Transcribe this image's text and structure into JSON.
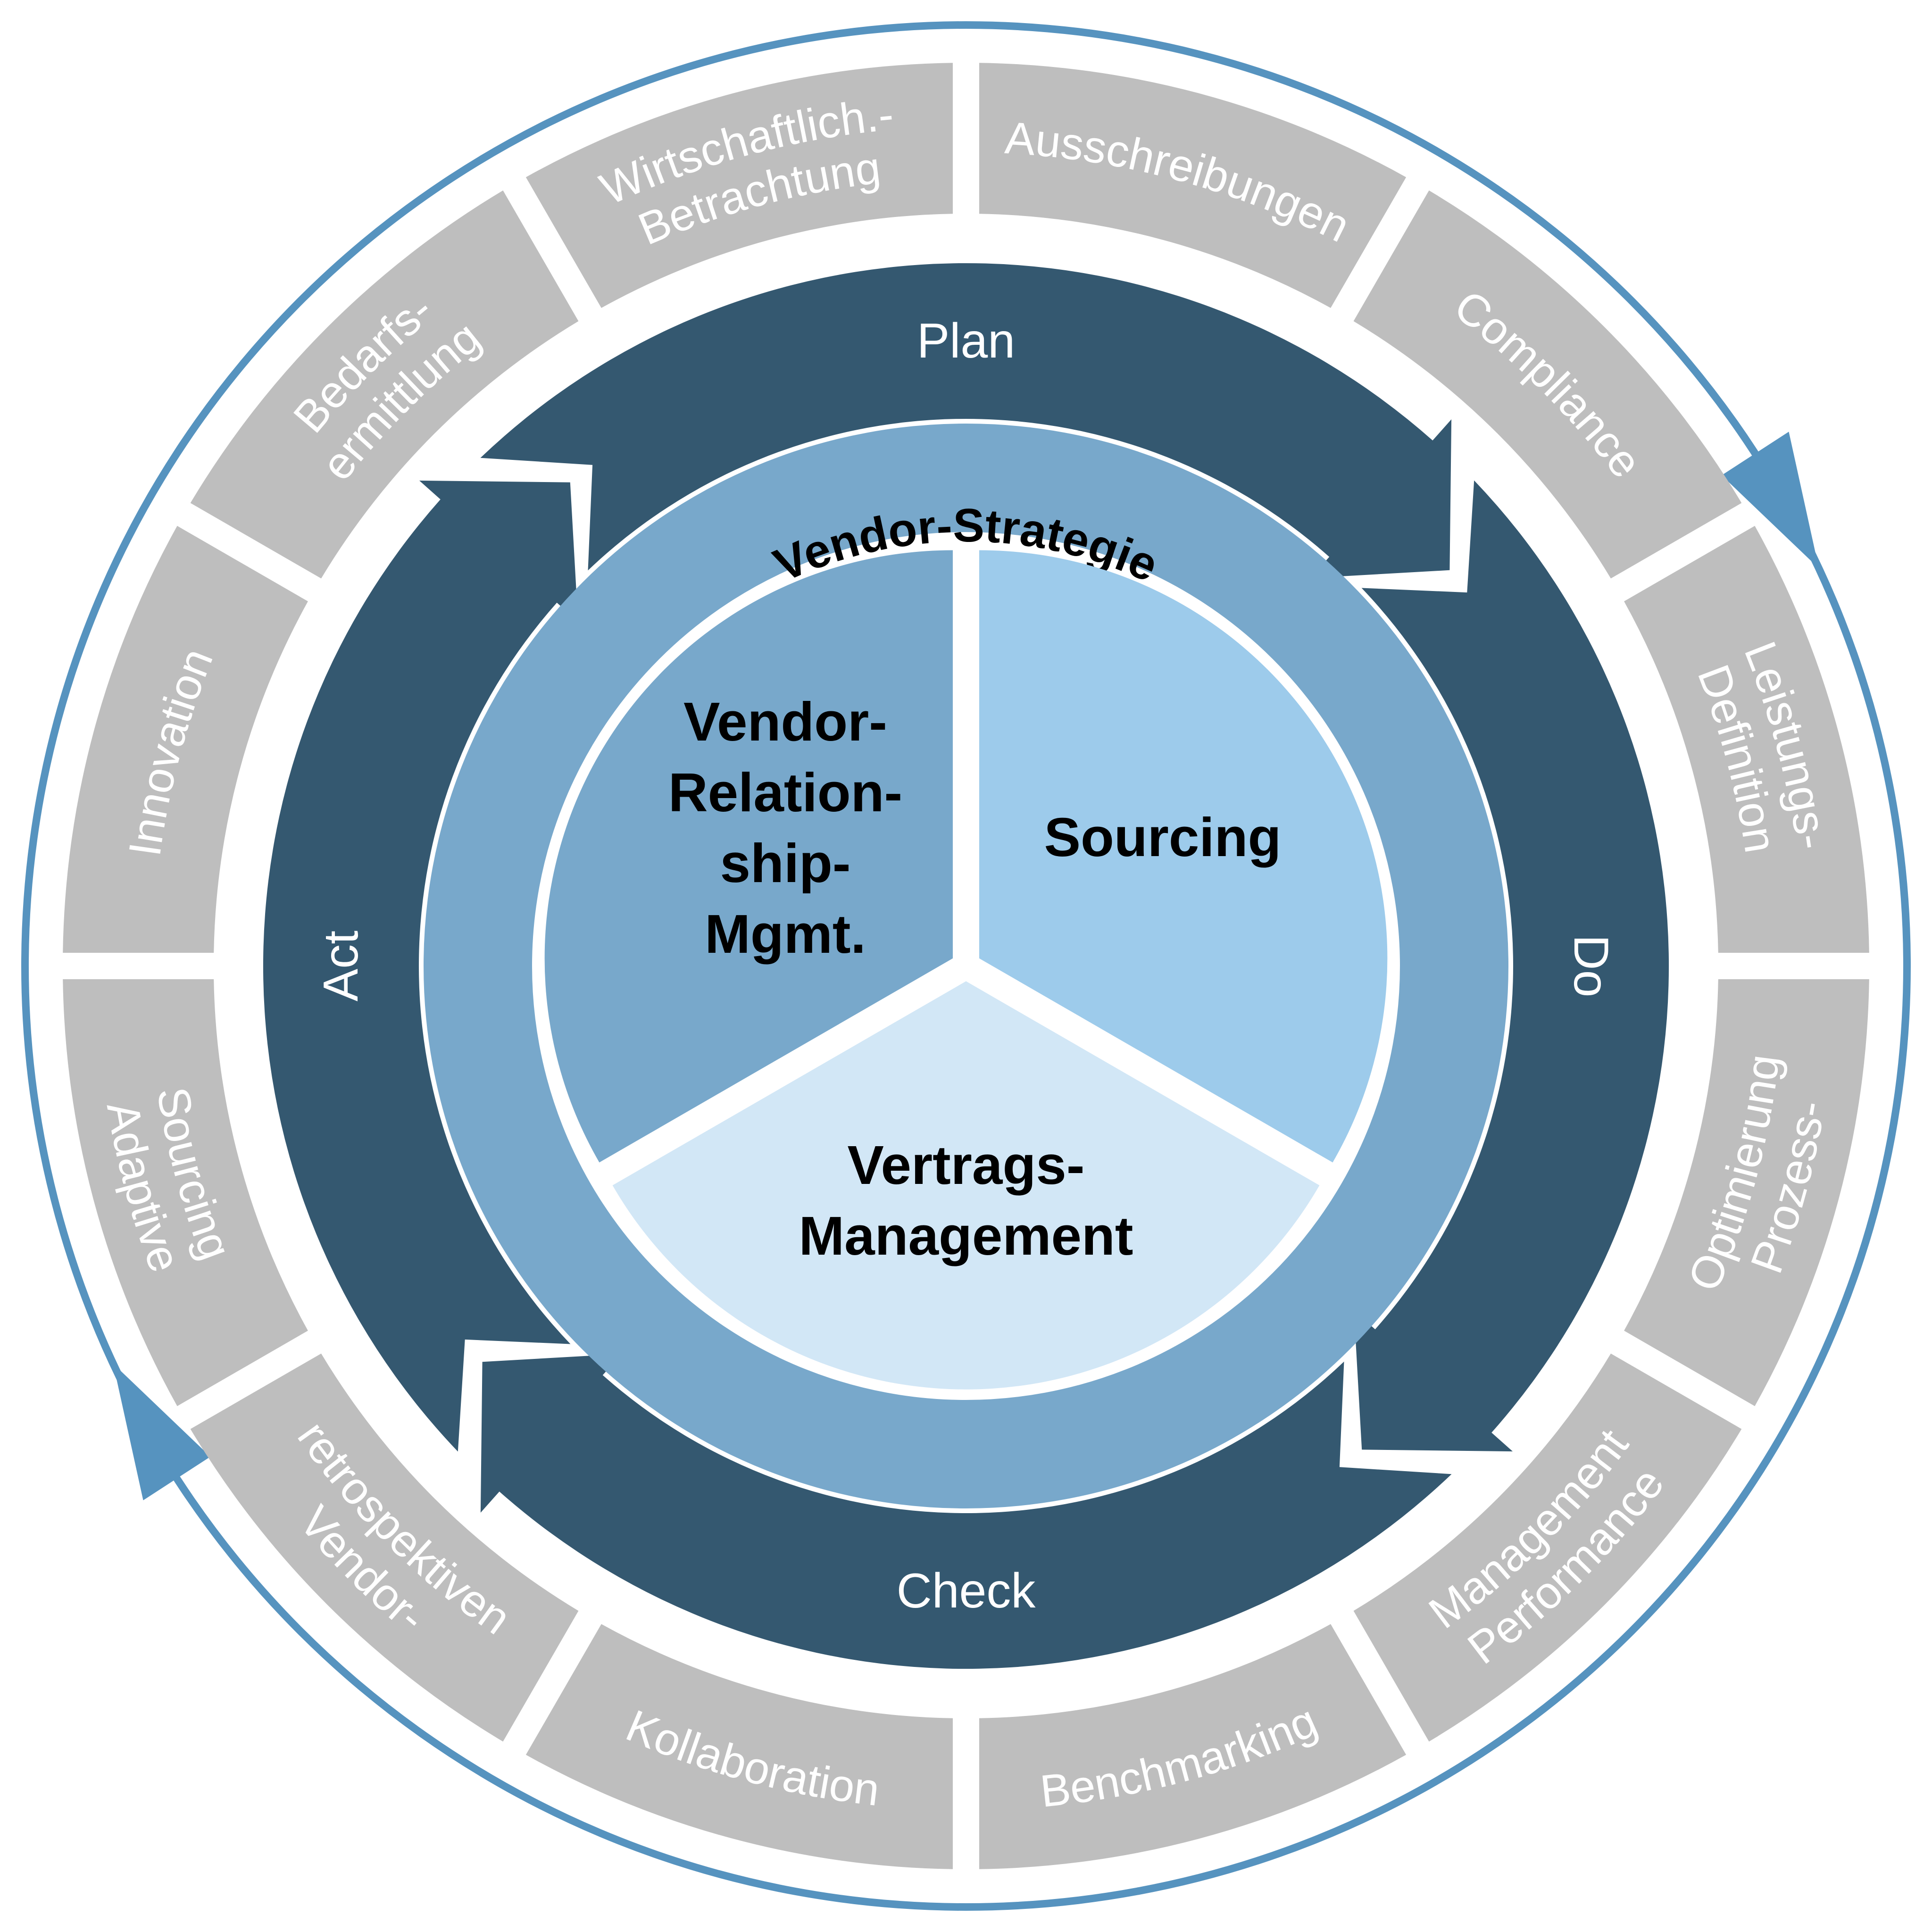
{
  "title": "Vendor-Management-Zyklus",
  "colors": {
    "outer_ring": "#5693BF",
    "segment": "#BEBEBE",
    "segment_text": "#FFFFFF",
    "pdca": "#345870",
    "pdca_text": "#FFFFFF",
    "strategy_ring": "#78A8CB",
    "pie_vendor_relationship": "#78A8CB",
    "pie_sourcing": "#9DCBEB",
    "pie_vertrags": "#D2E7F6",
    "center_text": "#000000"
  },
  "outer_cycle": {
    "direction": "clockwise",
    "arrowheads": 2
  },
  "segments": [
    {
      "lines": [
        "Ausschreibungen"
      ]
    },
    {
      "lines": [
        "Compliance"
      ]
    },
    {
      "lines": [
        "Leistungs-",
        "Definition"
      ]
    },
    {
      "lines": [
        "Prozess-",
        "Optimierung"
      ]
    },
    {
      "lines": [
        "Performance",
        "Management"
      ]
    },
    {
      "lines": [
        "Benchmarking"
      ]
    },
    {
      "lines": [
        "Kollaboration"
      ]
    },
    {
      "lines": [
        "Vendor-",
        "retrospektiven"
      ]
    },
    {
      "lines": [
        "Adaptive",
        "Sourcing"
      ]
    },
    {
      "lines": [
        "Innovation"
      ]
    },
    {
      "lines": [
        "Bedarfs-",
        "ermittlung"
      ]
    },
    {
      "lines": [
        "Wirtschaftlich.-",
        "Betrachtung"
      ]
    }
  ],
  "pdca": [
    {
      "label": "Plan"
    },
    {
      "label": "Do"
    },
    {
      "label": "Check"
    },
    {
      "label": "Act"
    }
  ],
  "strategy_ring": {
    "label": "Vendor-Strategie"
  },
  "pie": [
    {
      "key": "vendor_relationship",
      "lines": [
        "Vendor-",
        "Relation-",
        "ship-",
        "Mgmt."
      ]
    },
    {
      "key": "sourcing",
      "lines": [
        "Sourcing"
      ]
    },
    {
      "key": "vertrags",
      "lines": [
        "Vertrags-",
        "Management"
      ]
    }
  ]
}
